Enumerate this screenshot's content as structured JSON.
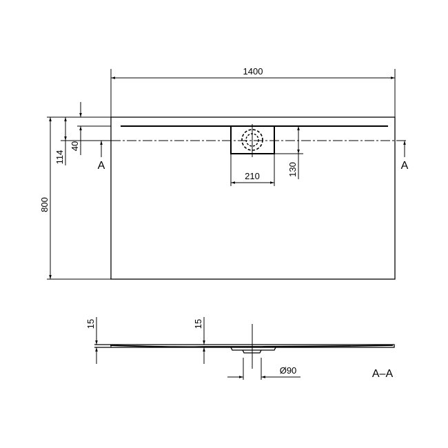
{
  "drawing": {
    "plan_view": {
      "width_dim": "1400",
      "height_dim": "800",
      "dim_114": "114",
      "dim_40": "40",
      "drain_width": "210",
      "drain_height": "130",
      "section_mark_left": "A",
      "section_mark_right": "A"
    },
    "section_view": {
      "dim_left_thickness": "15",
      "dim_mid_thickness": "15",
      "drain_diameter": "Ø90",
      "section_label": "A–A"
    },
    "line_color": "#000000",
    "background": "#ffffff"
  }
}
